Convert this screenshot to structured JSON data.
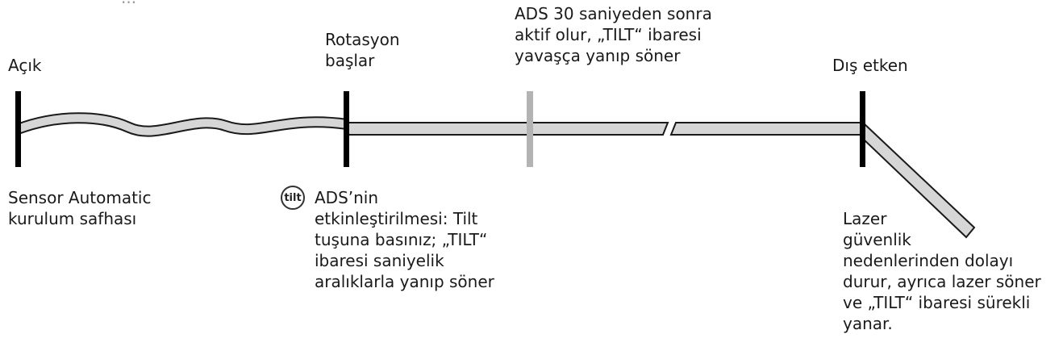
{
  "labels": {
    "top_clipped": "...",
    "acik": "Açık",
    "rotasyon": "Rotasyon\nbaşlar",
    "ads30": "ADS 30 saniyeden sonra\naktif olur, „TILT“ ibaresi\nyavaşça yanıp söner",
    "dis_etken": "Dış etken",
    "sensor": "Sensor Automatic\nkurulum safhası",
    "ads_activation": "ADS’nin\netkinleştirilmesi: Tilt\ntuşuna basınız; „TILT“\nibaresi saniyelik\naralıklarla yanıp söner",
    "lazer": "Lazer\ngüvenlik\nnedenlerinden dolayı\ndurur, ayrıca lazer söner\nve „TILT“ ibaresi sürekli\nyanar."
  },
  "icons": {
    "tilt_button": "tilt"
  },
  "colors": {
    "band_fill": "#d6d6d6",
    "band_stroke": "#1a1a1a",
    "marker": "#000000",
    "marker_ads": "#b3b3b3"
  }
}
